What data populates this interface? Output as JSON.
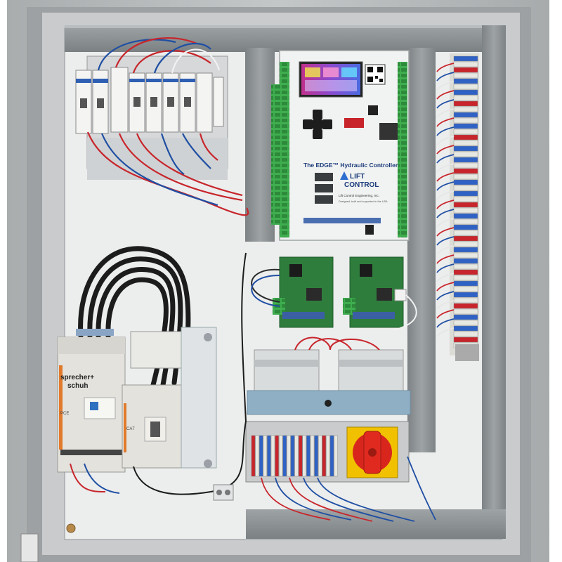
{
  "controller": {
    "title": "The EDGE™ Hydraulic Controller",
    "brand_line1": "LIFT",
    "brand_line2": "CONTROL",
    "maker": "Lift Control Engineering, Inc.",
    "tagline": "Designed, built and supported in the USA"
  },
  "soft_starter": {
    "brand_line1": "sprecher+",
    "brand_line2": "schuh",
    "model": "PCE"
  },
  "contactor": {
    "model": "CA7"
  },
  "colors": {
    "enclosure": "#b9bcbd",
    "backplate": "#ecedee",
    "wire_duct": "#8e9396",
    "controller_board": "#f1f3f2",
    "terminal_green": "#3fae4f",
    "pcb_green": "#2f7d3c",
    "wire_red": "#c7252b",
    "wire_blue": "#1f4fa3",
    "disconnect_red": "#d8261d",
    "disconnect_yellow": "#f1c100"
  },
  "icons": {
    "controller_brand": "lift-control-logo-icon",
    "nav": "d-pad-icon",
    "qr": "qr-code-icon"
  }
}
